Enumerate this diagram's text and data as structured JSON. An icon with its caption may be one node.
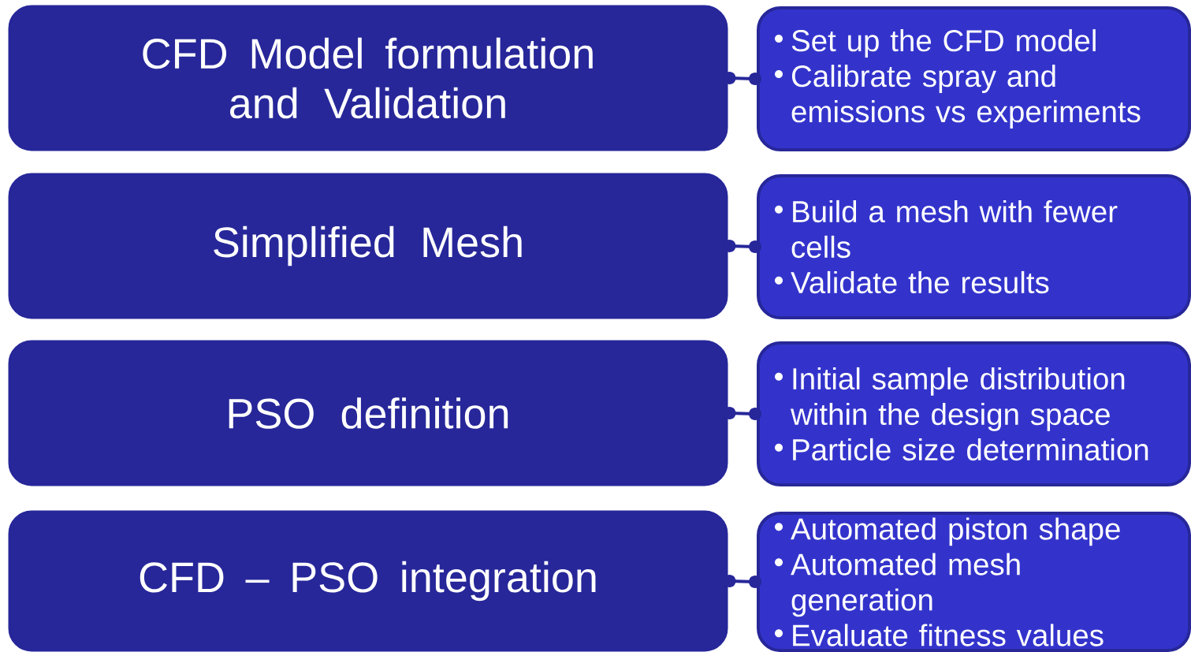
{
  "diagram": {
    "nodes": [
      {
        "text": [
          "CFD Model formulation and Validation"
        ]
      },
      {
        "text": [
          "Set up the CFD model",
          "Calibrate spray and emissions vs experiments"
        ]
      },
      {
        "text": [
          "Simplified Mesh"
        ]
      },
      {
        "text": [
          "Build a mesh with fewer cells",
          "Validate the results"
        ]
      },
      {
        "text": [
          "PSO definition"
        ]
      },
      {
        "text": [
          "Initial sample distribution within the design space",
          "Particle size determination"
        ]
      },
      {
        "text": [
          "CFD – PSO integration"
        ]
      },
      {
        "text": [
          "Automated piston shape",
          "Automated mesh generation",
          "Evaluate fitness values"
        ]
      }
    ],
    "edges": [
      {
        "from": 0,
        "to": 1,
        "arrow": "other"
      },
      {
        "from": 2,
        "to": 3,
        "arrow": "other"
      },
      {
        "from": 4,
        "to": 5,
        "arrow": "other"
      },
      {
        "from": 6,
        "to": 7,
        "arrow": "other"
      }
    ]
  }
}
